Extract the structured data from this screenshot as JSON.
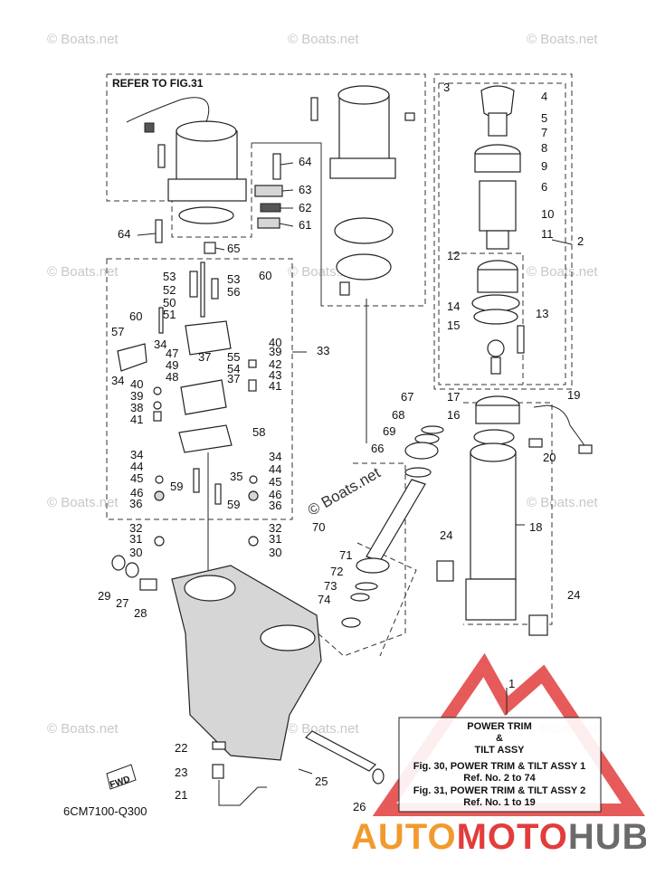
{
  "diagram": {
    "refer_label": "REFER TO FIG.31",
    "code": "6CM7100-Q300",
    "fwd_label": "FWD",
    "center_watermark": "© Boats.net",
    "watermark_text": "© Boats.net",
    "callouts": [
      {
        "id": "1",
        "text": "1"
      },
      {
        "id": "2",
        "text": "2"
      },
      {
        "id": "3",
        "text": "3"
      },
      {
        "id": "4",
        "text": "4"
      },
      {
        "id": "5",
        "text": "5"
      },
      {
        "id": "6",
        "text": "6"
      },
      {
        "id": "7",
        "text": "7"
      },
      {
        "id": "8",
        "text": "8"
      },
      {
        "id": "9",
        "text": "9"
      },
      {
        "id": "10",
        "text": "10"
      },
      {
        "id": "11",
        "text": "11"
      },
      {
        "id": "12",
        "text": "12"
      },
      {
        "id": "13",
        "text": "13"
      },
      {
        "id": "14",
        "text": "14"
      },
      {
        "id": "15",
        "text": "15"
      },
      {
        "id": "16",
        "text": "16"
      },
      {
        "id": "17",
        "text": "17"
      },
      {
        "id": "18",
        "text": "18"
      },
      {
        "id": "19",
        "text": "19"
      },
      {
        "id": "20",
        "text": "20"
      },
      {
        "id": "21",
        "text": "21"
      },
      {
        "id": "22",
        "text": "22"
      },
      {
        "id": "23",
        "text": "23"
      },
      {
        "id": "24a",
        "text": "24"
      },
      {
        "id": "24b",
        "text": "24"
      },
      {
        "id": "25",
        "text": "25"
      },
      {
        "id": "26",
        "text": "26"
      },
      {
        "id": "27",
        "text": "27"
      },
      {
        "id": "28",
        "text": "28"
      },
      {
        "id": "29",
        "text": "29"
      },
      {
        "id": "30a",
        "text": "30"
      },
      {
        "id": "30b",
        "text": "30"
      },
      {
        "id": "31a",
        "text": "31"
      },
      {
        "id": "31b",
        "text": "31"
      },
      {
        "id": "32a",
        "text": "32"
      },
      {
        "id": "32b",
        "text": "32"
      },
      {
        "id": "33",
        "text": "33"
      },
      {
        "id": "34a",
        "text": "34"
      },
      {
        "id": "34b",
        "text": "34"
      },
      {
        "id": "34c",
        "text": "34"
      },
      {
        "id": "34d",
        "text": "34"
      },
      {
        "id": "35",
        "text": "35"
      },
      {
        "id": "36a",
        "text": "36"
      },
      {
        "id": "36b",
        "text": "36"
      },
      {
        "id": "37a",
        "text": "37"
      },
      {
        "id": "37b",
        "text": "37"
      },
      {
        "id": "38",
        "text": "38"
      },
      {
        "id": "39a",
        "text": "39"
      },
      {
        "id": "39b",
        "text": "39"
      },
      {
        "id": "40a",
        "text": "40"
      },
      {
        "id": "40b",
        "text": "40"
      },
      {
        "id": "41a",
        "text": "41"
      },
      {
        "id": "41b",
        "text": "41"
      },
      {
        "id": "42",
        "text": "42"
      },
      {
        "id": "43",
        "text": "43"
      },
      {
        "id": "44a",
        "text": "44"
      },
      {
        "id": "44b",
        "text": "44"
      },
      {
        "id": "45a",
        "text": "45"
      },
      {
        "id": "45b",
        "text": "45"
      },
      {
        "id": "46a",
        "text": "46"
      },
      {
        "id": "46b",
        "text": "46"
      },
      {
        "id": "47",
        "text": "47"
      },
      {
        "id": "48",
        "text": "48"
      },
      {
        "id": "49",
        "text": "49"
      },
      {
        "id": "50",
        "text": "50"
      },
      {
        "id": "51",
        "text": "51"
      },
      {
        "id": "52",
        "text": "52"
      },
      {
        "id": "53a",
        "text": "53"
      },
      {
        "id": "53b",
        "text": "53"
      },
      {
        "id": "54",
        "text": "54"
      },
      {
        "id": "55",
        "text": "55"
      },
      {
        "id": "56",
        "text": "56"
      },
      {
        "id": "57",
        "text": "57"
      },
      {
        "id": "58",
        "text": "58"
      },
      {
        "id": "59a",
        "text": "59"
      },
      {
        "id": "59b",
        "text": "59"
      },
      {
        "id": "60a",
        "text": "60"
      },
      {
        "id": "60b",
        "text": "60"
      },
      {
        "id": "61",
        "text": "61"
      },
      {
        "id": "62",
        "text": "62"
      },
      {
        "id": "63",
        "text": "63"
      },
      {
        "id": "64a",
        "text": "64"
      },
      {
        "id": "64b",
        "text": "64"
      },
      {
        "id": "65",
        "text": "65"
      },
      {
        "id": "66",
        "text": "66"
      },
      {
        "id": "67",
        "text": "67"
      },
      {
        "id": "68",
        "text": "68"
      },
      {
        "id": "69",
        "text": "69"
      },
      {
        "id": "70",
        "text": "70"
      },
      {
        "id": "71",
        "text": "71"
      },
      {
        "id": "72",
        "text": "72"
      },
      {
        "id": "73",
        "text": "73"
      },
      {
        "id": "74",
        "text": "74"
      }
    ],
    "info_box": {
      "title_line1": "POWER TRIM",
      "title_line2": "&",
      "title_line3": "TILT ASSY",
      "line1": "Fig. 30, POWER TRIM & TILT ASSY 1",
      "line2": "Ref. No. 2 to 74",
      "line3": "Fig. 31, POWER TRIM & TILT ASSY 2",
      "line4": "Ref. No. 1 to 19"
    }
  },
  "logo": {
    "part1": "AUTO",
    "part2": "MOTO",
    "part3": "HUB",
    "colors": {
      "auto": "#f29a2e",
      "moto": "#e23d3d",
      "hub": "#6b6b6b",
      "triangle": "#e23d3d"
    }
  }
}
